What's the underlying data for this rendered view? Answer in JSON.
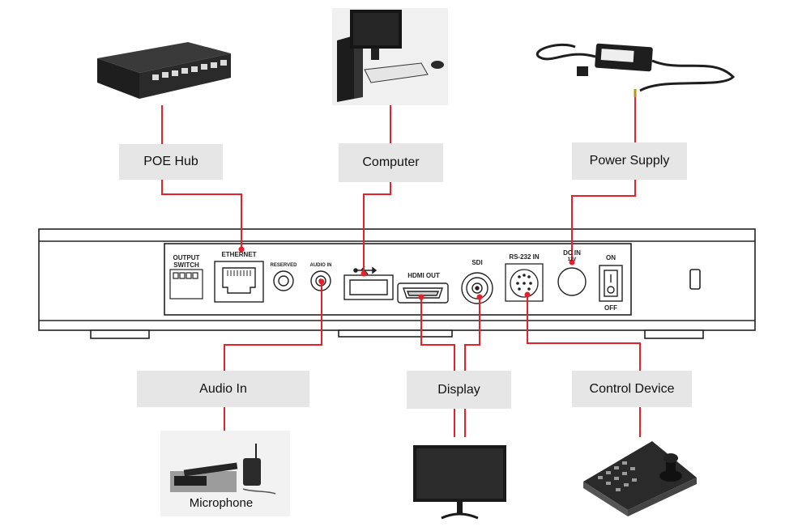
{
  "labels": {
    "poe_hub": "POE Hub",
    "computer": "Computer",
    "power_supply": "Power Supply",
    "audio_in": "Audio In",
    "display": "Display",
    "control_device": "Control Device",
    "microphone": "Microphone"
  },
  "ports": {
    "output_switch_line1": "OUTPUT",
    "output_switch_line2": "SWITCH",
    "ethernet": "ETHERNET",
    "reserved": "RESERVED",
    "audio_in": "AUDIO IN",
    "hdmi_out": "HDMI OUT",
    "sdi": "SDI",
    "rs232_in": "RS-232 IN",
    "dc_in": "DC IN",
    "dc_spec": "12V",
    "on": "ON",
    "off": "OFF"
  },
  "colors": {
    "wire": "#e8202a",
    "label_bg": "#e6e6e6",
    "panel_stroke": "#222222"
  },
  "icons": [
    "usb-icon"
  ]
}
